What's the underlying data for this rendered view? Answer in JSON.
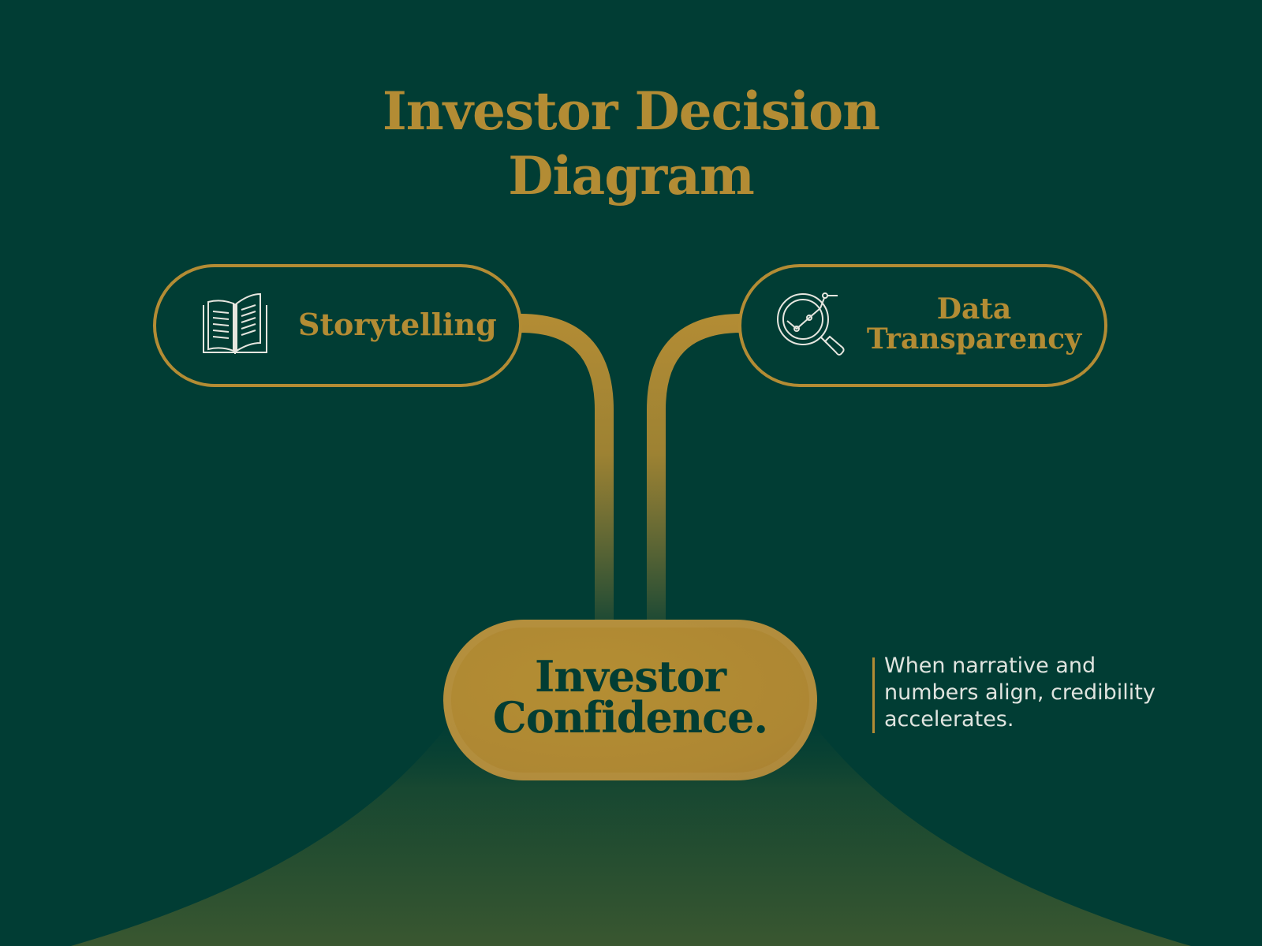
{
  "title": {
    "line1": "Investor Decision",
    "line2": "Diagram"
  },
  "nodes": {
    "left": {
      "label": "Storytelling",
      "icon": "open-book-icon"
    },
    "right": {
      "label_line1": "Data",
      "label_line2": "Transparency",
      "icon": "magnifier-chart-icon"
    },
    "center": {
      "label_line1": "Investor",
      "label_line2": "Confidence."
    }
  },
  "caption": "When narrative and numbers align, credibility accelerates.",
  "colors": {
    "background": "#013d34",
    "gold": "#b38c34",
    "center_fill": "#b08933",
    "caption_text": "#dfe4df"
  }
}
